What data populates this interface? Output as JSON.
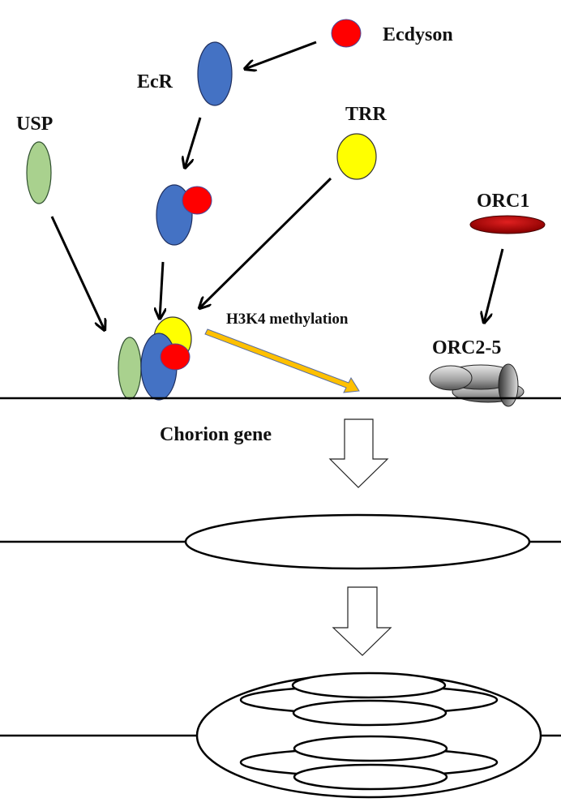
{
  "labels": {
    "ecdyson": "Ecdyson",
    "ecr": "EcR",
    "usp": "USP",
    "trr": "TRR",
    "orc1": "ORC1",
    "orc2_5": "ORC2-5",
    "h3k4": "H3K4 methylation",
    "chorion_gene": "Chorion gene"
  },
  "colors": {
    "ecdyson": "#ff0000",
    "ecr": "#4472c4",
    "usp": "#a9d18e",
    "trr": "#ffff00",
    "orc1": "#c00000",
    "methylation_arrow": "#ffc000",
    "line": "#000000"
  }
}
